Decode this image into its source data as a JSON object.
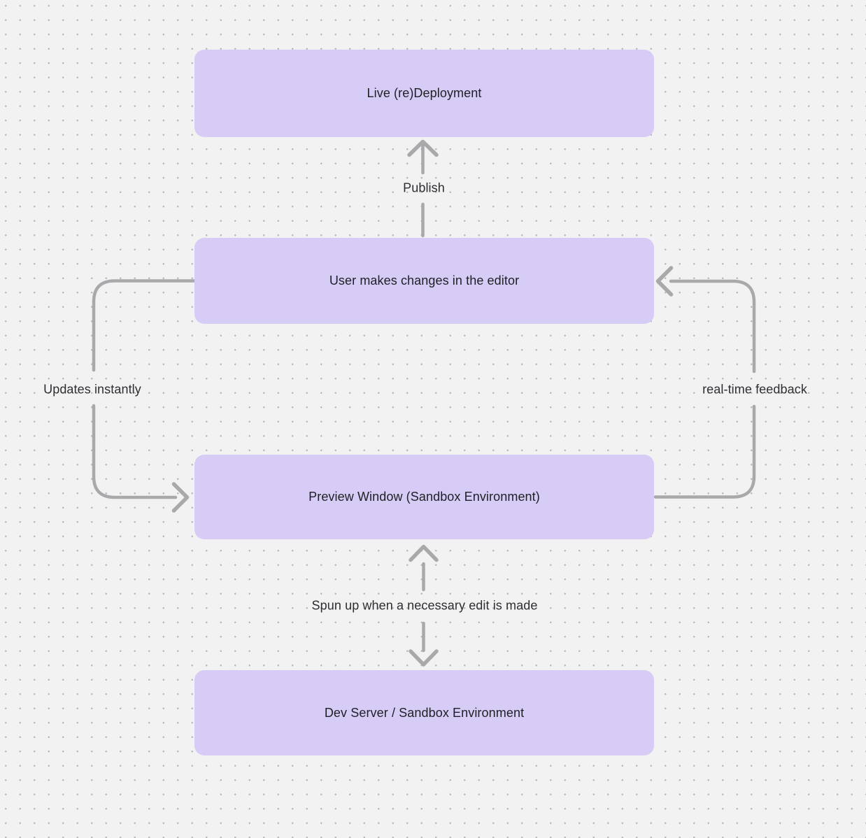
{
  "diagram": {
    "nodes": [
      {
        "id": "live-redeployment",
        "label": "Live (re)Deployment"
      },
      {
        "id": "user-editor",
        "label": "User makes changes in the editor"
      },
      {
        "id": "preview-window",
        "label": "Preview Window (Sandbox Environment)"
      },
      {
        "id": "dev-server",
        "label": "Dev Server / Sandbox Environment"
      }
    ],
    "edges": [
      {
        "from": "user-editor",
        "to": "live-redeployment",
        "label": "Publish",
        "direction": "up",
        "route": "straight-center"
      },
      {
        "from": "user-editor",
        "to": "preview-window",
        "label": "Updates instantly",
        "direction": "down",
        "route": "left-side-curve"
      },
      {
        "from": "preview-window",
        "to": "user-editor",
        "label": "real-time feedback",
        "direction": "up",
        "route": "right-side-curve"
      },
      {
        "from": "dev-server",
        "to": "preview-window",
        "label": "Spun up when a necessary edit is made",
        "direction": "bidirectional",
        "route": "straight-center"
      }
    ],
    "colors": {
      "canvas_background": "#f2f2f3",
      "grid_dot": "#b9b9bc",
      "node_fill": "#d7ccf6",
      "node_text": "#1f1f26",
      "connector": "#a9a8ab",
      "edge_label_text": "#2e2e32"
    }
  }
}
